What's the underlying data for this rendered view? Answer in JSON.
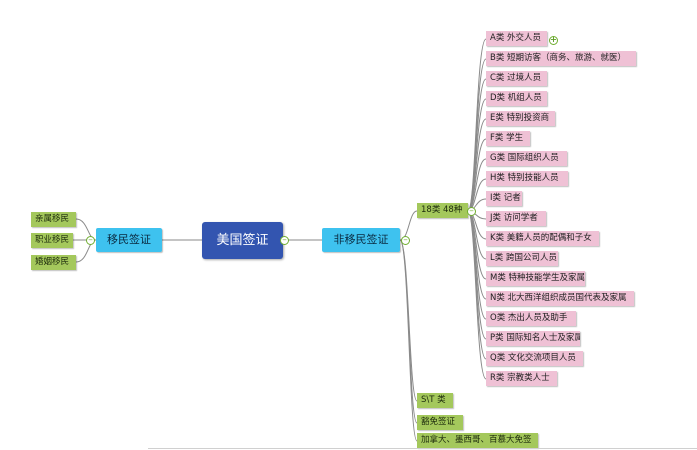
{
  "root": {
    "label": "美国签证"
  },
  "left_branch": {
    "label": "移民签证",
    "children": [
      "亲属移民",
      "职业移民",
      "婚姻移民"
    ]
  },
  "right_branch": {
    "label": "非移民签证",
    "groups": [
      {
        "label": "18类 48种",
        "children": [
          "A类 外交人员",
          "B类 短期访客（商务、旅游、就医）",
          "C类 过境人员",
          "D类 机组人员",
          "E类 特别投资商",
          "F类 学生",
          "G类 国际组织人员",
          "H类 特别技能人员",
          "I类 记者",
          "J类 访问学者",
          "K类 美籍人员的配偶和子女",
          "L类 跨国公司人员",
          "M类 特种技能学生及家属",
          "N类 北大西洋组织成员国代表及家属",
          "O类 杰出人员及助手",
          "P类 国际知名人士及家属",
          "Q类 文化交流项目人员",
          "R类 宗教类人士"
        ]
      },
      {
        "label": "S\\T 类"
      },
      {
        "label": "豁免签证"
      },
      {
        "label": "加拿大、墨西哥、百慕大免签"
      }
    ]
  }
}
